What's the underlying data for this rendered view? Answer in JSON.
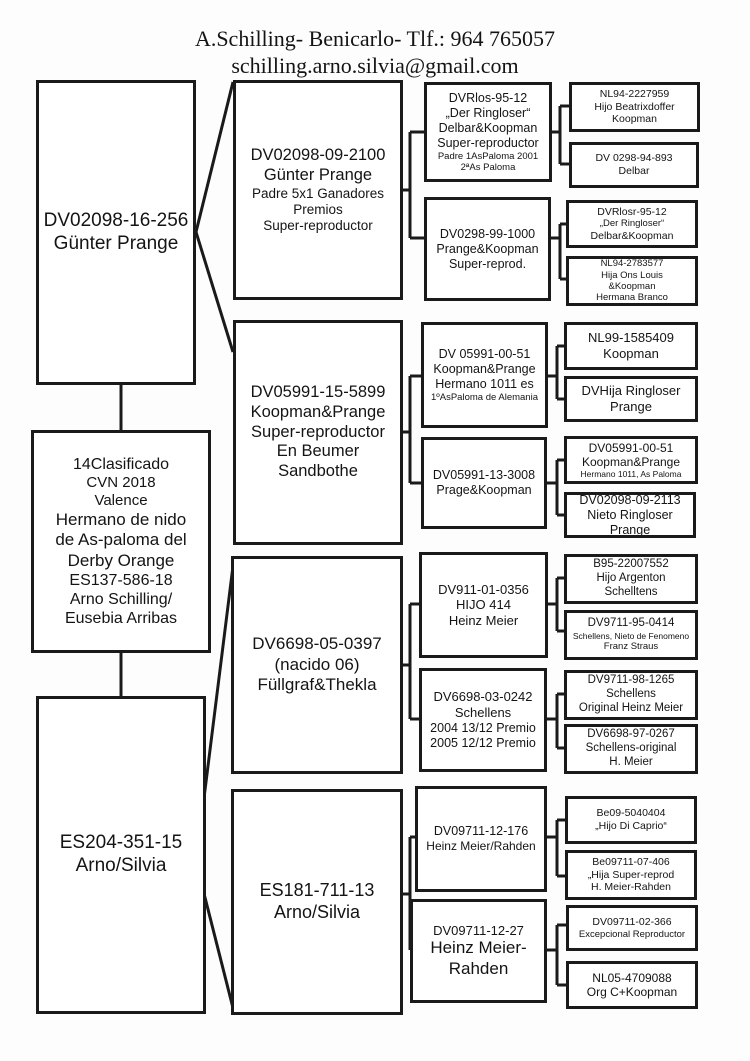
{
  "header": {
    "line1": "A.Schilling- Benicarlo- Tlf.: 964 765057",
    "line2": "schilling.arno.silvia@gmail.com"
  },
  "subject": {
    "sire_box": [
      "DV02098-16-256",
      "Günter Prange"
    ],
    "info_box": [
      "14Clasificado",
      "CVN 2018",
      "Valence",
      "Hermano de nido",
      "de As-paloma del",
      "Derby  Orange",
      "ES137-586-18",
      "Arno Schilling/",
      "Eusebia Arribas"
    ],
    "dam_box": [
      "ES204-351-15",
      "Arno/Silvia"
    ]
  },
  "gen1": [
    [
      "DV02098-09-2100",
      "Günter Prange",
      "Padre 5x1 Ganadores",
      "Premios",
      "Super-reproductor"
    ],
    [
      "DV05991-15-5899",
      "Koopman&Prange",
      "Super-reproductor",
      "En Beumer",
      "Sandbothe"
    ],
    [
      "DV6698-05-0397",
      "(nacido 06)",
      "Füllgraf&Thekla"
    ],
    [
      "ES181-711-13",
      "Arno/Silvia"
    ]
  ],
  "gen2": [
    [
      "DVRlos-95-12",
      "„Der Ringloser“",
      "Delbar&Koopman",
      "Super-reproductor",
      "Padre 1AsPaloma 2001",
      "2ªAs Paloma"
    ],
    [
      "DV0298-99-1000",
      "Prange&Koopman",
      "Super-reprod."
    ],
    [
      "DV 05991-00-51",
      "Koopman&Prange",
      "Hermano 1011 es",
      "1ºAsPaloma de Alemania"
    ],
    [
      "DV05991-13-3008",
      "Prage&Koopman"
    ],
    [
      "DV911-01-0356",
      "HIJO 414",
      "Heinz Meier"
    ],
    [
      "DV6698-03-0242",
      "Schellens",
      "2004 13/12 Premio",
      "2005 12/12 Premio"
    ],
    [
      "DV09711-12-176",
      "Heinz Meier/Rahden"
    ],
    [
      "DV09711-12-27",
      "Heinz Meier-",
      "Rahden"
    ]
  ],
  "gen3": [
    [
      "NL94-2227959",
      "Hijo Beatrixdoffer",
      "Koopman"
    ],
    [
      "DV 0298-94-893",
      "Delbar"
    ],
    [
      "DVRlosr-95-12",
      "„Der Ringloser“",
      "Delbar&Koopman"
    ],
    [
      "NL94-2783577",
      "Hija Ons Louis",
      "&Koopman",
      "Hermana Branco"
    ],
    [
      "NL99-1585409",
      "Koopman"
    ],
    [
      "DVHija Ringloser",
      "Prange"
    ],
    [
      "DV05991-00-51",
      "Koopman&Prange",
      "Hermano 1011, As Paloma"
    ],
    [
      "DV02098-09-2113",
      "Nieto  Ringloser",
      "Prange"
    ],
    [
      "B95-22007552",
      "Hijo Argenton",
      "Schelltens"
    ],
    [
      "DV9711-95-0414",
      "Schellens, Nieto de Fenomeno",
      "Franz Straus"
    ],
    [
      "DV9711-98-1265",
      "Schellens",
      "Original Heinz Meier"
    ],
    [
      "DV6698-97-0267",
      "Schellens-original",
      "H. Meier"
    ],
    [
      "Be09-5040404",
      "„Hijo Di Caprio“"
    ],
    [
      "Be09711-07-406",
      "„Hija Super-reprod",
      "H. Meier-Rahden"
    ],
    [
      "DV09711-02-366",
      "Excepcional Reproductor"
    ],
    [
      "NL05-4709088",
      "Org C+Koopman"
    ]
  ]
}
